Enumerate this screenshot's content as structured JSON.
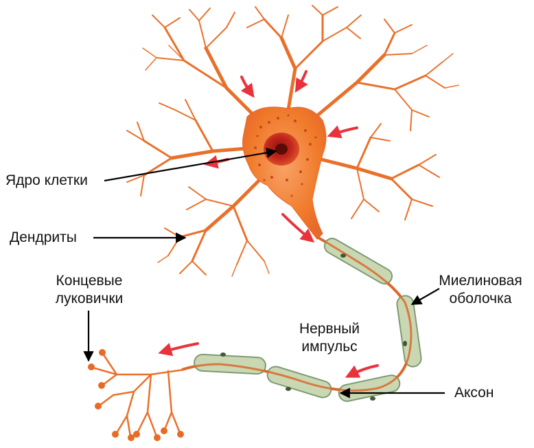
{
  "labels": {
    "nucleus": "Ядро клетки",
    "dendrites": "Дендриты",
    "terminals_line1": "Концевые",
    "terminals_line2": "луковички",
    "myelin_line1": "Миелиновая",
    "myelin_line2": "оболочка",
    "impulse_line1": "Нервный",
    "impulse_line2": "импульс",
    "axon": "Аксон"
  },
  "colors": {
    "neuron_fill": "#f07a2a",
    "neuron_light": "#f7a35a",
    "branch": "#e9702a",
    "nucleus": "#c2261c",
    "myelin_fill": "#c9d8b2",
    "myelin_edge": "#7f9a73",
    "axon_core": "#d9692e",
    "arrow_red": "#e8333c",
    "pointer": "#000000"
  }
}
